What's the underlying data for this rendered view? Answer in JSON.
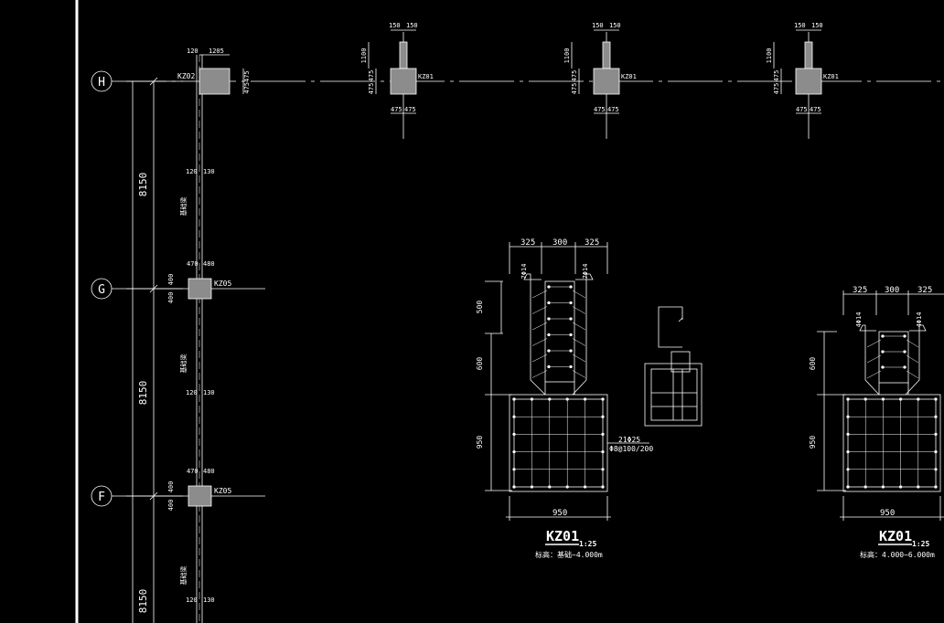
{
  "axes": {
    "h": "H",
    "g": "G",
    "f": "F"
  },
  "spans": {
    "upper": "8150",
    "middle": "8150",
    "lower": "8150"
  },
  "plan": {
    "kz02_label": "KZ02",
    "kz02_w": "1205",
    "kz02_off": "120",
    "kz02_d": "475475",
    "wall_dim_1": "120",
    "wall_dim_2": "130",
    "kz05_label": "KZ05",
    "kz05_w1": "470",
    "kz05_w2": "480",
    "kz05_d1": "400",
    "kz05_d2": "400",
    "wall_note": "基础梁"
  },
  "top_columns": {
    "label": "KZ01",
    "stub_w1": "150",
    "stub_w2": "150",
    "stub_h": "1100",
    "d1": "475",
    "d2": "475",
    "b1": "475",
    "b2": "475"
  },
  "section1": {
    "top_1": "325",
    "top_2": "300",
    "top_3": "325",
    "rebar_l": "7Φ14",
    "rebar_r": "7Φ14",
    "dim_500": "500",
    "dim_600": "600",
    "dim_950": "950",
    "bottom_dim": "950",
    "rebar_note_1": "21Φ25",
    "rebar_note_2": "Φ8@100/200",
    "title": "KZ01",
    "scale": "1:25",
    "elev": "标高：基础~4.000m"
  },
  "section2": {
    "top_1": "325",
    "top_2": "300",
    "top_3": "325",
    "rebar_l": "4Φ14",
    "rebar_r": "4Φ14",
    "dim_600": "600",
    "dim_950": "950",
    "bottom_dim": "950",
    "title": "KZ01",
    "scale": "1:25",
    "elev": "标高：4.000~6.000m"
  }
}
